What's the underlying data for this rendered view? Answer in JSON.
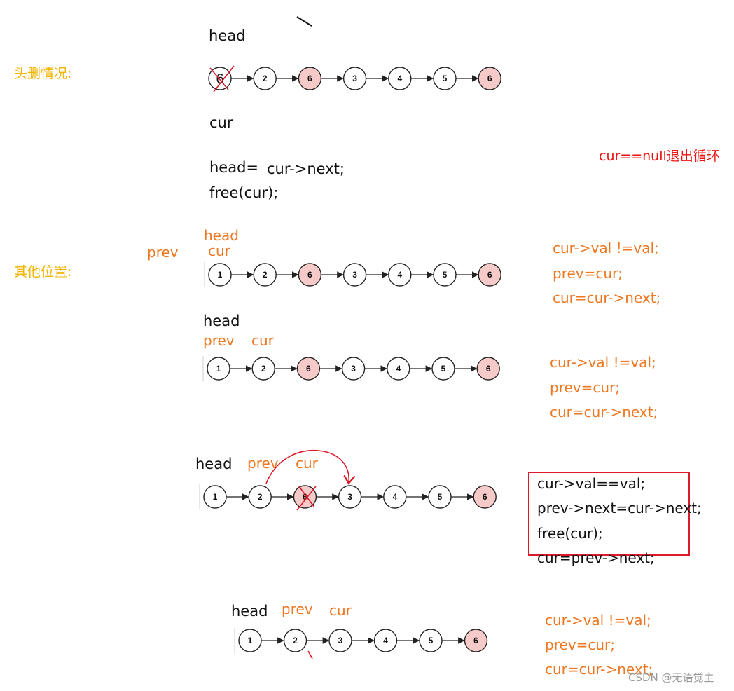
{
  "labels": {
    "head_delete": "头删情况:",
    "other_positions": "其他位置:",
    "exit_loop": "cur==null退出循环",
    "head": "head",
    "cur": "cur",
    "prev": "prev"
  },
  "section1_code": {
    "line1_left": "head=",
    "line1_right": "cur->next;",
    "line2": "free(cur);"
  },
  "code_advance": [
    "cur->val !=val;",
    "prev=cur;",
    "cur=cur->next;"
  ],
  "code_delete": [
    "cur->val==val;",
    "prev->next=cur->next;",
    "free(cur);",
    "cur=prev->next;"
  ],
  "lists": {
    "row1": [
      "6",
      "2",
      "6",
      "3",
      "4",
      "5",
      "6"
    ],
    "row2": [
      "1",
      "2",
      "6",
      "3",
      "4",
      "5",
      "6"
    ],
    "row3": [
      "1",
      "2",
      "6",
      "3",
      "4",
      "5",
      "6"
    ],
    "row4": [
      "1",
      "2",
      "6",
      "3",
      "4",
      "5",
      "6"
    ],
    "row5": [
      "1",
      "2",
      "3",
      "4",
      "5",
      "6"
    ]
  },
  "highlight_value": "6",
  "colors": {
    "node_highlight": "#f7caca",
    "annotation_orange": "#ee7722",
    "annotation_red": "#dd1a2a",
    "title_gold": "#f2b400"
  },
  "watermark": "CSDN @无语觉主"
}
